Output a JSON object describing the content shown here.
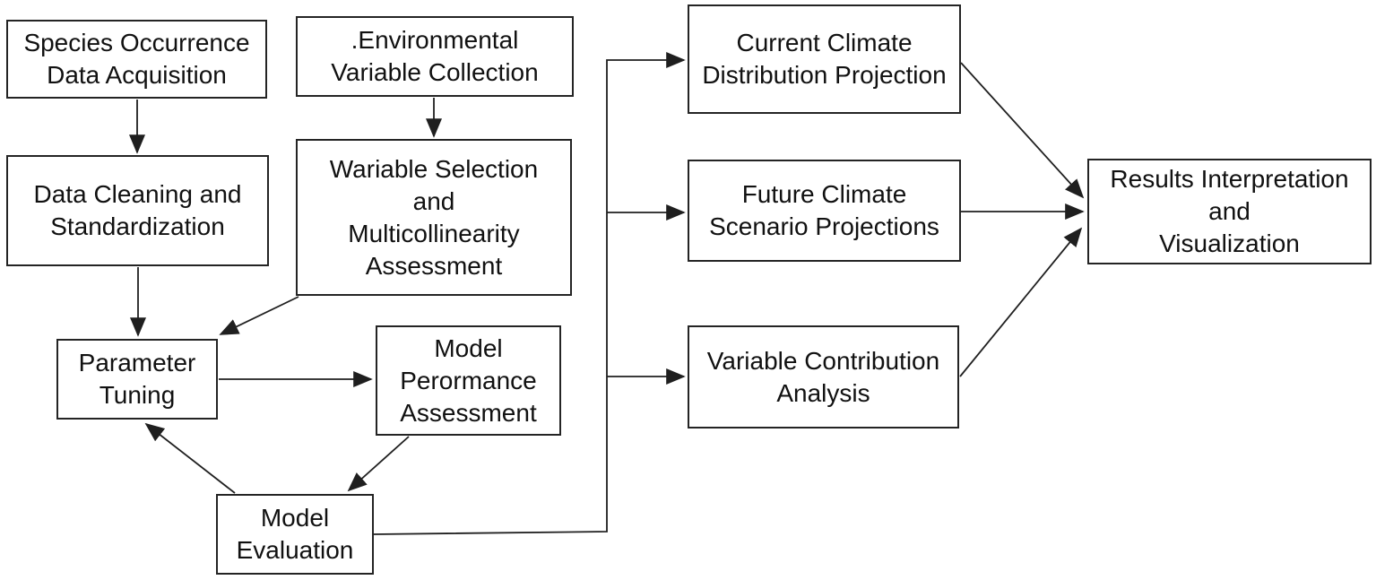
{
  "diagram": {
    "type": "flowchart",
    "background": "#ffffff",
    "colors": {
      "box_border": "#242424",
      "box_fill": "#ffffff",
      "arrow": "#1f1f1f",
      "text": "#111111"
    },
    "nodes": {
      "species_occurrence": {
        "label": "Species Occurrence\nData Acquisition"
      },
      "environmental_collection": {
        "label": ".Environmental\nVariable Collection"
      },
      "data_cleaning": {
        "label": "Data Cleaning and\nStandardization"
      },
      "variable_selection": {
        "label": "Wariable Selection\nand\nMulticollinearity\nAssessment"
      },
      "parameter_tuning": {
        "label": "Parameter\nTuning"
      },
      "model_performance": {
        "label": "Model\nPerormance\nAssessment"
      },
      "model_evaluation": {
        "label": "Model\nEvaluation"
      },
      "current_climate": {
        "label": "Current Climate\nDistribution Projection"
      },
      "future_climate": {
        "label": "Future Climate\nScenario Projections"
      },
      "variable_contribution": {
        "label": "Variable Contribution\nAnalysis"
      },
      "results": {
        "label": "Results Interpretation\nand\nVisualization"
      }
    },
    "edges": [
      {
        "from": "species_occurrence",
        "to": "data_cleaning"
      },
      {
        "from": "environmental_collection",
        "to": "variable_selection"
      },
      {
        "from": "data_cleaning",
        "to": "parameter_tuning"
      },
      {
        "from": "variable_selection",
        "to": "parameter_tuning"
      },
      {
        "from": "parameter_tuning",
        "to": "model_performance"
      },
      {
        "from": "model_performance",
        "to": "model_evaluation"
      },
      {
        "from": "model_evaluation",
        "to": "parameter_tuning"
      },
      {
        "from": "model_evaluation",
        "to": "current_climate"
      },
      {
        "from": "model_evaluation",
        "to": "future_climate"
      },
      {
        "from": "model_evaluation",
        "to": "variable_contribution"
      },
      {
        "from": "current_climate",
        "to": "results"
      },
      {
        "from": "future_climate",
        "to": "results"
      },
      {
        "from": "variable_contribution",
        "to": "results"
      }
    ]
  }
}
